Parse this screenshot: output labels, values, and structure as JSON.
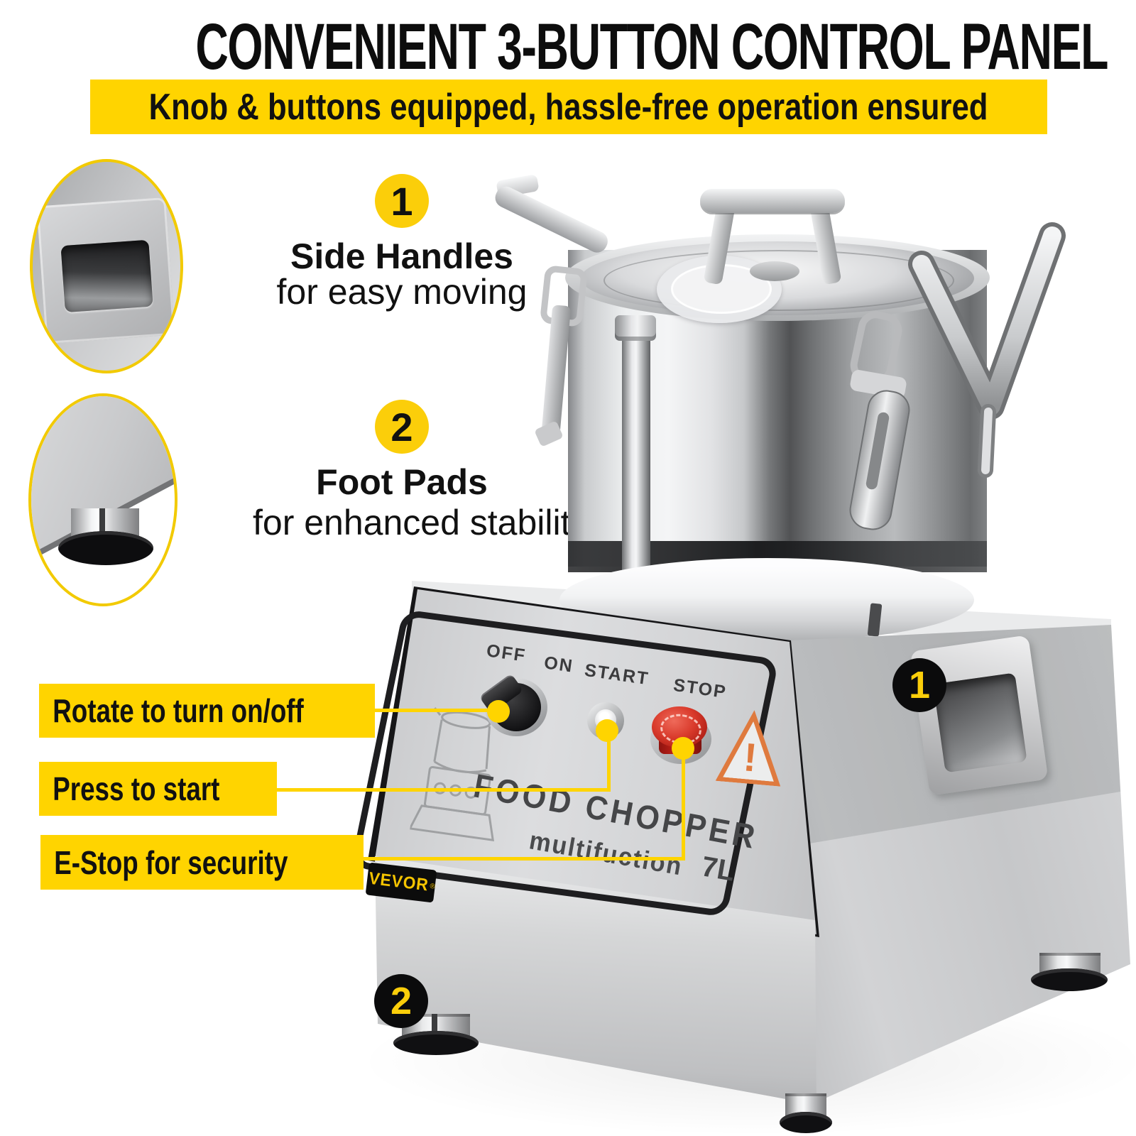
{
  "header": {
    "title": "CONVENIENT 3-BUTTON CONTROL PANEL",
    "subtitle": "Knob & buttons equipped, hassle-free operation ensured"
  },
  "callouts": [
    {
      "number": "1",
      "title": "Side Handles",
      "description": "for easy moving"
    },
    {
      "number": "2",
      "title": "Foot Pads",
      "description": "for enhanced stability"
    }
  ],
  "annotations": {
    "rotate": "Rotate to turn on/off",
    "press": "Press to start",
    "estop": "E-Stop for security"
  },
  "control_panel": {
    "off": "OFF",
    "on": "ON",
    "start": "START",
    "stop": "STOP",
    "product_name": "FOOD CHOPPER",
    "product_subtitle": "multifuction",
    "capacity": "7L",
    "warning_symbol": "!"
  },
  "markers": [
    {
      "number": "1"
    },
    {
      "number": "2"
    }
  ],
  "brand": {
    "name": "VEVOR",
    "registered": "®"
  },
  "colors": {
    "accent_yellow": "#FFD400",
    "badge_yellow": "#FBCE0A",
    "marker_black": "#0B0B0C",
    "warning_orange": "#DF7A3E",
    "estop_red": "#C4251D",
    "text_black": "#111111"
  }
}
